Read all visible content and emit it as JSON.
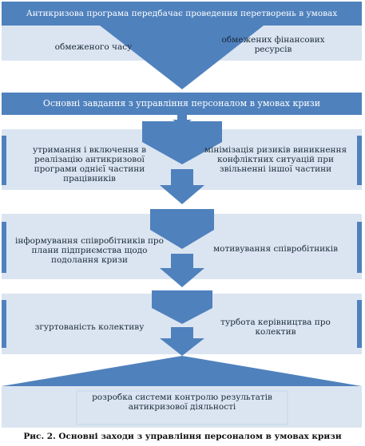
{
  "colors": {
    "dark_blue": "#4f81bd",
    "light_blue": "#dbe5f1",
    "text_white": "#ffffff",
    "text_dark": "#1a2a3a"
  },
  "diagram": {
    "header": "Антикризова програма передбачає проведення перетворень в умовах",
    "conditions": [
      "обмеженого часу",
      "обмежених фінансових ресурсів"
    ],
    "main_task": "Основні завдання з управління персоналом в умовах кризи",
    "task_groups": [
      {
        "left": "утримання і включення в реалізацію антикризової програми однієї частини працівників",
        "right": "мінімізація ризиків виникнення конфліктних ситуацій при звільненні іншої частини"
      },
      {
        "left": "інформування співробітників про плани підприємства щодо подолання кризи",
        "right": "мотивування співробітників"
      },
      {
        "left": "згуртованість колективу",
        "right": "турбота керівництва про колектив"
      }
    ],
    "final": "розробка системи контролю результатів антикризової діяльності"
  },
  "caption": "Рис. 2. Основні заходи з управління персоналом в умовах кризи"
}
